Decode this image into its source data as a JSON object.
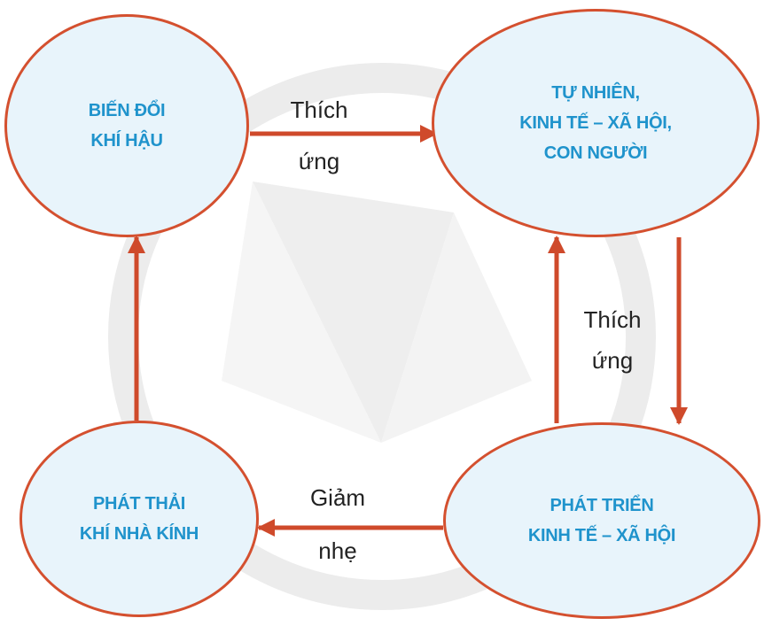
{
  "nodes": {
    "climate_change": {
      "lines": [
        "BIẾN ĐỔI",
        "KHÍ HẬU"
      ]
    },
    "nature_society_people": {
      "lines": [
        "TỰ NHIÊN,",
        "KINH TẾ – XÃ HỘI,",
        "CON NGƯỜI"
      ]
    },
    "greenhouse_emission": {
      "lines": [
        "PHÁT THẢI",
        "KHÍ NHÀ KÍNH"
      ]
    },
    "socio_economic_development": {
      "lines": [
        "PHÁT TRIỂN",
        "KINH TẾ – XÃ HỘI"
      ]
    }
  },
  "edge_labels": {
    "top": [
      "Thích",
      "ứng"
    ],
    "right": [
      "Thích",
      "ứng"
    ],
    "bottom": [
      "Giảm",
      "nhẹ"
    ]
  },
  "colors": {
    "arrow": "#cf4a2b",
    "node_border": "#d4502f",
    "node_fill": "#e8f4fb",
    "node_text": "#1f93cc",
    "label_text": "#222222",
    "watermark": "#e6e6e6"
  }
}
